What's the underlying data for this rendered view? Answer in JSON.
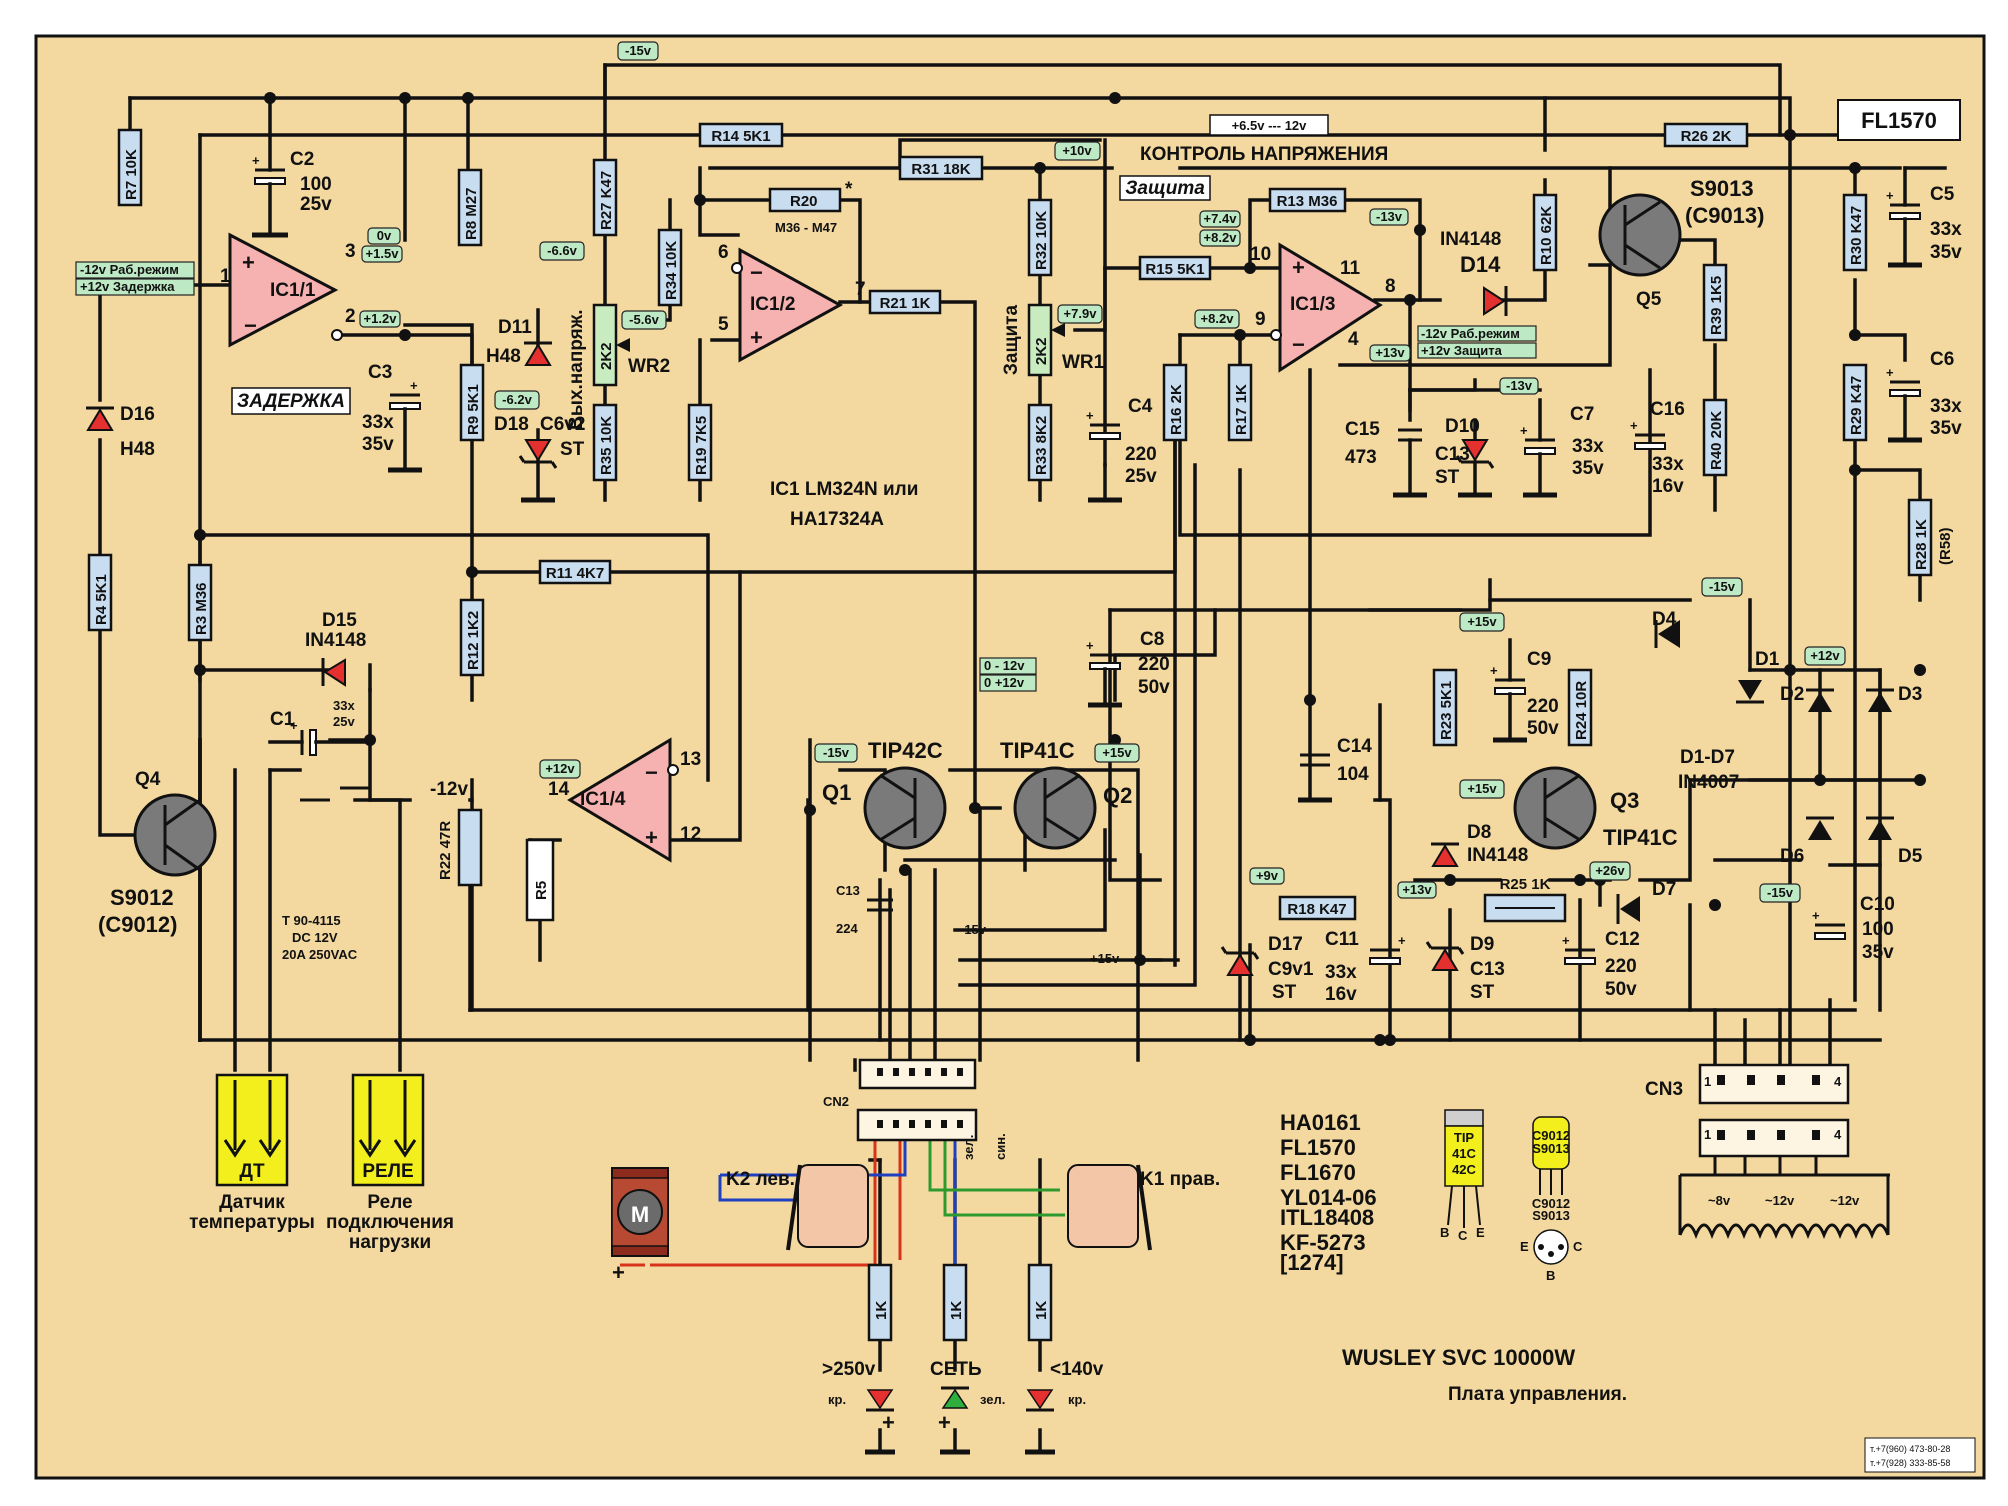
{
  "title": "WUSLEY SVC 10000W",
  "subtitle": "Плата управления.",
  "board_id": "FL1570",
  "contacts": [
    "т.+7(960) 473-80-28",
    "т.+7(928) 333-85-58"
  ],
  "ic": {
    "name_line1": "IC1 LM324N или",
    "name_line2": "HA17324A"
  },
  "section_labels": {
    "control": "КОНТРОЛЬ НАПРЯЖЕНИЯ",
    "protection": "Защита",
    "delay": "ЗАДЕРЖКА",
    "range": "+6.5v --- 12v",
    "wr1_side": "Защита",
    "wr2_side": "Вых.напряж."
  },
  "opamps": [
    {
      "name": "IC1/1",
      "pins": [
        "1",
        "2",
        "3"
      ]
    },
    {
      "name": "IC1/2",
      "pins": [
        "5",
        "6",
        "7"
      ]
    },
    {
      "name": "IC1/3",
      "pins": [
        "8",
        "9",
        "10",
        "11",
        "4"
      ]
    },
    {
      "name": "IC1/4",
      "pins": [
        "12",
        "13",
        "14"
      ]
    }
  ],
  "resistors": {
    "R7": "R7 10K",
    "R8": "R8 M27",
    "R27": "R27 K47",
    "R14": "R14 5K1",
    "R31": "R31 18K",
    "R26": "R26 2K",
    "R34": "R34 10K",
    "R20": "R20",
    "R20_note": "M36 - M47",
    "R21": "R21 1K",
    "R32": "R32 10K",
    "R15": "R15 5K1",
    "R13": "R13 M36",
    "R10": "R10 62K",
    "R30": "R30 K47",
    "R39": "R39 1K5",
    "R9": "R9 5K1",
    "R35": "R35 10K",
    "R19": "R19 7K5",
    "R33": "R33 8K2",
    "R16": "R16 2K",
    "R17": "R17 1K",
    "R40": "R40 20K",
    "R29": "R29 K47",
    "R28": "R28 1K",
    "R28_alt": "(R58)",
    "R4": "R4 5K1",
    "R3": "R3 M36",
    "R11": "R11 4K7",
    "R12": "R12 1K2",
    "R22": "R22 47R",
    "R5": "R5",
    "R23": "R23 5K1",
    "R24": "R24 10R",
    "R18": "R18 K47",
    "R25": "R25 1K",
    "R_led": "1K"
  },
  "pots": {
    "WR2": "2K2",
    "WR2_name": "WR2",
    "WR1": "2K2",
    "WR1_name": "WR1"
  },
  "capacitors": {
    "C2": [
      "C2",
      "100",
      "25v"
    ],
    "C3": [
      "C3",
      "33x",
      "35v"
    ],
    "C4": [
      "C4",
      "220",
      "25v"
    ],
    "C5": [
      "C5",
      "33x",
      "35v"
    ],
    "C6": [
      "C6",
      "33x",
      "35v"
    ],
    "C7": [
      "C7",
      "33x",
      "35v"
    ],
    "C15": [
      "C15",
      "473"
    ],
    "C16": [
      "C16",
      "33x",
      "16v"
    ],
    "C8": [
      "C8",
      "220",
      "50v"
    ],
    "C9": [
      "C9",
      "220",
      "50v"
    ],
    "C14": [
      "C14",
      "104"
    ],
    "C1": [
      "C1",
      "33x",
      "25v"
    ],
    "C13a": [
      "C13",
      "224"
    ],
    "C11": [
      "C11",
      "33x",
      "16v"
    ],
    "C12": [
      "C12",
      "220",
      "50v"
    ],
    "C10": [
      "C10",
      "100",
      "35v"
    ]
  },
  "diodes": {
    "D16": [
      "D16",
      "H48"
    ],
    "D11": [
      "D11",
      "H48"
    ],
    "D18": [
      "D18",
      "C6v2",
      "ST"
    ],
    "D14": [
      "IN4148",
      "D14"
    ],
    "D10": [
      "D10",
      "C13",
      "ST"
    ],
    "D15": [
      "D15",
      "IN4148"
    ],
    "D4": "D4",
    "D1": "D1",
    "D2": "D2",
    "D3": "D3",
    "D6": "D6",
    "D5": "D5",
    "D1D7": [
      "D1-D7",
      "IN4007"
    ],
    "D8": [
      "D8",
      "IN4148"
    ],
    "D9": [
      "D9",
      "C13",
      "ST"
    ],
    "D17": [
      "D17",
      "C9v1",
      "ST"
    ],
    "D7": "D7"
  },
  "transistors": {
    "Q5": [
      "S9013",
      "(C9013)",
      "Q5"
    ],
    "Q4": [
      "Q4",
      "S9012",
      "(C9012)"
    ],
    "Q1": [
      "Q1",
      "TIP42C"
    ],
    "Q2": [
      "Q2",
      "TIP41C"
    ],
    "Q3": [
      "Q3",
      "TIP41C"
    ]
  },
  "relay": {
    "label": "-12v",
    "spec": [
      "T 90-4115",
      "DC 12V",
      "20A 250VAC"
    ]
  },
  "voltage_tags": [
    "-15v",
    "+10v",
    "0v",
    "+1.5v",
    "+1.2v",
    "-12v Раб.режим",
    "+12v Задержка",
    "-6.6v",
    "-5.6v",
    "-6.2v",
    "+7.9v",
    "+7.4v",
    "+8.2v",
    "-13v",
    "+8.2v",
    "+13v",
    "-12v Раб.режим",
    "+12v Защита",
    "-13v",
    "+12v",
    "-15v",
    "+15v",
    "+12v",
    "-15v",
    "+15v",
    "0 - 12v",
    "0 +12v",
    "+15v",
    "+9v",
    "+13v",
    "+26v",
    "-15v"
  ],
  "wire_labels": {
    "minus15": "-15v",
    "plus15": "+15v"
  },
  "connectors": {
    "CN2": "CN2",
    "CN3": "CN3",
    "cn3_pins_top": [
      "1",
      "4"
    ],
    "cn3_pins_bot": [
      "1",
      "4"
    ],
    "cn3_taps": [
      "~8v",
      "~12v",
      "~12v"
    ]
  },
  "bottom_blocks": {
    "dt": {
      "tag": "ДТ",
      "caption": [
        "Датчик",
        "температуры"
      ]
    },
    "relay": {
      "tag": "РЕЛЕ",
      "caption": [
        "Реле",
        "подключения",
        "нагрузки"
      ]
    }
  },
  "motor": {
    "letter": "M",
    "k2": "K2 лев.",
    "k1": "K1 прав.",
    "wire_labels": [
      "зел.",
      "син."
    ]
  },
  "leds": [
    {
      "label": ">250v",
      "color_name": "кр.",
      "color": "#e53030"
    },
    {
      "label": "СЕТЬ",
      "color_name": "зел.",
      "color": "#2fae3e"
    },
    {
      "label": "<140v",
      "color_name": "кр.",
      "color": "#e53030"
    }
  ],
  "models": [
    "HA0161",
    "FL1570",
    "FL1670",
    "YL014-06",
    "ITL18408",
    "KF-5273",
    "[1274]"
  ],
  "pinouts": {
    "tip": [
      "TIP",
      "41C",
      "42C"
    ],
    "tip_pins": [
      "B",
      "C",
      "E"
    ],
    "to92": [
      "C9012",
      "S9013"
    ],
    "to92_cap": [
      "C9012",
      "S9013"
    ],
    "to92_pins": [
      "E",
      "B",
      "C"
    ]
  },
  "colors": {
    "board": "#f3d9a0",
    "wire": "#111111",
    "resistor": "#c9ddf0",
    "opamp": "#f6b2b0",
    "diode": "#e53030",
    "tag": "#bde9c4",
    "yellow_block": "#f2ef1c",
    "wire_red": "#d8321b",
    "wire_green": "#2e9a2e",
    "wire_blue": "#1e3fbf",
    "motor": "#8c2b1e"
  }
}
